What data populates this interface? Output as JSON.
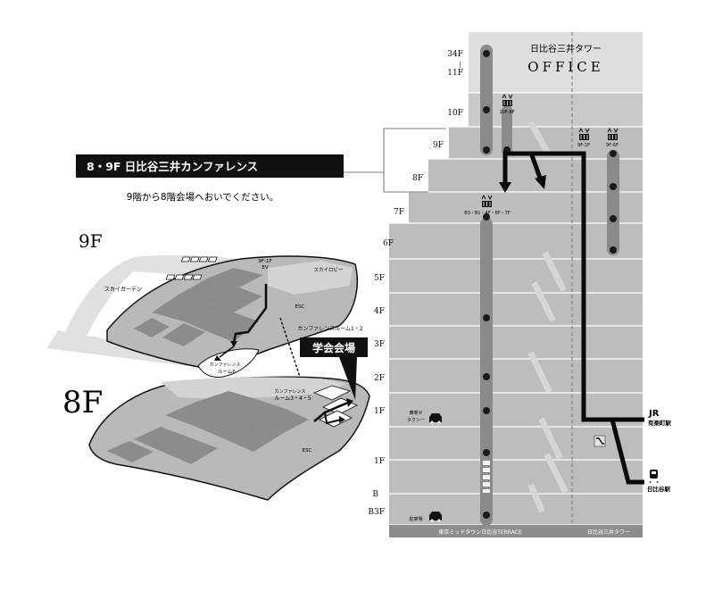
{
  "title_banner": {
    "text": "8・9F 日比谷三井カンファレンス",
    "subtitle": "9階から8階会場へおいでください。"
  },
  "building": {
    "name": "日比谷三井タワー",
    "office_label": "OFFICE",
    "footer_left": "東京ミッドタウン日比谷TERRACE",
    "footer_right": "日比谷三井タワー"
  },
  "floors": [
    {
      "id": "34f",
      "label": "34F"
    },
    {
      "id": "11f",
      "label": "11F"
    },
    {
      "id": "10f",
      "label": "10F"
    },
    {
      "id": "9f",
      "label": "9F"
    },
    {
      "id": "8f",
      "label": "8F"
    },
    {
      "id": "7f",
      "label": "7F"
    },
    {
      "id": "6f",
      "label": "6F"
    },
    {
      "id": "5f",
      "label": "5F"
    },
    {
      "id": "4f",
      "label": "4F"
    },
    {
      "id": "3f",
      "label": "3F"
    },
    {
      "id": "2f",
      "label": "2F"
    },
    {
      "id": "1f-upper",
      "label": "1F"
    },
    {
      "id": "1f-lower",
      "label": "1F"
    },
    {
      "id": "b",
      "label": "B"
    },
    {
      "id": "b3f",
      "label": "B3F"
    }
  ],
  "range_separator": "|",
  "elevators": {
    "elevator_10f_8f": "10F-8F",
    "elevator_9f_1f": "9F-1F",
    "elevator_9f_6f": "9F-6F",
    "elevator_b3_7f": "B3・B1・4F・6F・7F"
  },
  "section_labels": {
    "taxi": "乗車せ\nタクシー",
    "taxi_l1": "乗車せ",
    "taxi_l2": "タクシー",
    "parking": "駐車場"
  },
  "stations": {
    "jr_logo": "JR",
    "yurakucho": "有楽町駅",
    "hibiya": "日比谷駅"
  },
  "floor_9f": {
    "big_label": "9F",
    "sky_garden": "スカイガーデン",
    "sky_lobby": "スカイロビー",
    "ev_line1": "9F-1F",
    "ev_line2": "EV",
    "esc": "ESC",
    "room_12": "カンファレンスルーム1・2",
    "room_6_l1": "カンファレンス",
    "room_6_l2": "ルーム6"
  },
  "floor_8f": {
    "big_label": "8F",
    "room_345_l1": "カンファレンス",
    "room_345_l2": "ルーム3・4・5",
    "esc": "ESC"
  },
  "callout": {
    "venue": "学会会場"
  },
  "colors": {
    "banner_bg": "#111111",
    "top_floor": "#dedede",
    "office_block": "#c9c9c9",
    "floor_mid": "#b4b4b4",
    "shaft": "#8a8a8a",
    "route": "#0a0a0a"
  }
}
